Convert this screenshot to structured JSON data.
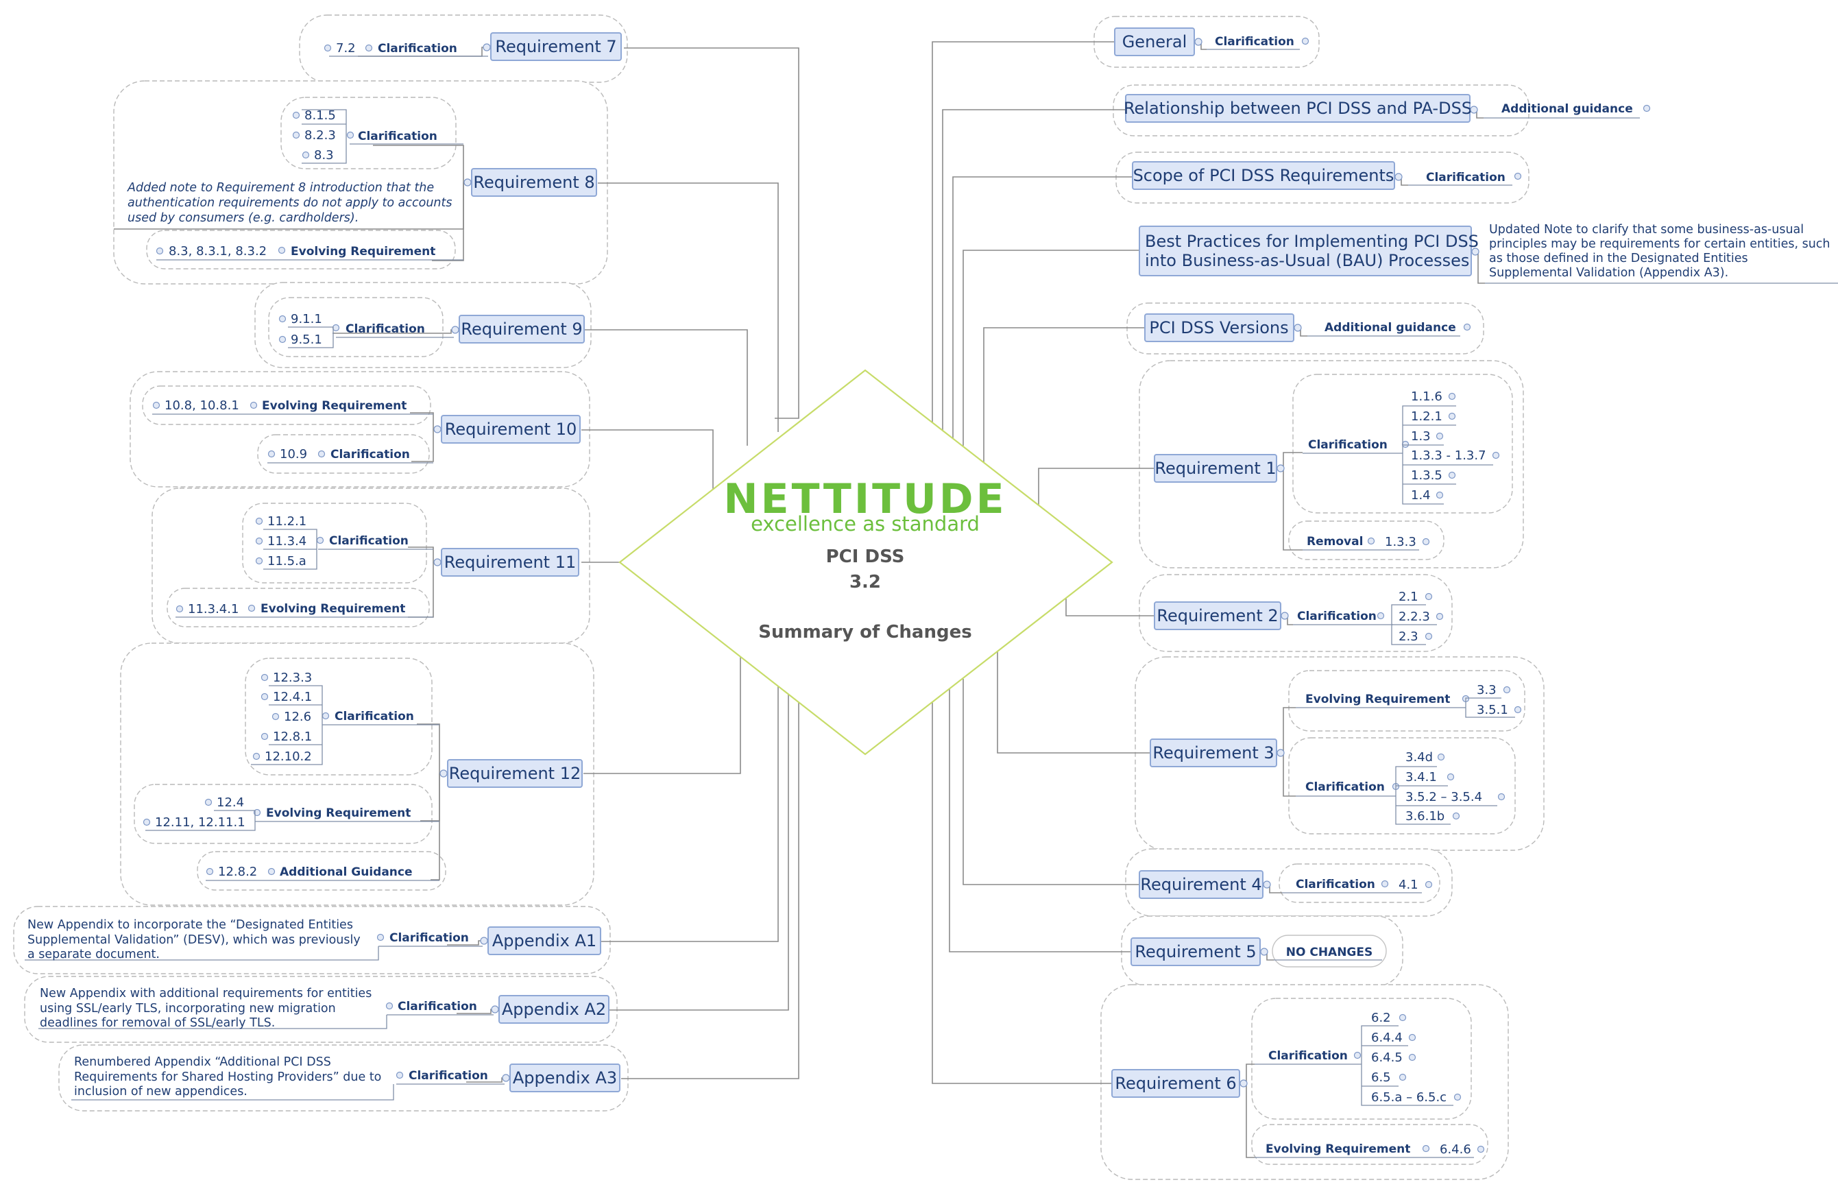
{
  "center": {
    "logo_word": "NETTITUDE",
    "logo_tagline": "excellence as standard",
    "title_line1": "PCI DSS",
    "title_line2": "3.2",
    "title_line3": "Summary of Changes"
  },
  "left": {
    "req7": {
      "label": "Requirement 7",
      "clarification": "Clarification",
      "items": [
        "7.2"
      ]
    },
    "req8": {
      "label": "Requirement 8",
      "clarification": "Clarification",
      "clar_items": [
        "8.1.5",
        "8.2.3",
        "8.3"
      ],
      "note_lines": [
        "Added note to Requirement 8 introduction that the",
        "authentication requirements do not apply to accounts",
        "used by consumers (e.g. cardholders)."
      ],
      "evolving": "Evolving Requirement",
      "evolving_items": [
        "8.3, 8.3.1, 8.3.2"
      ]
    },
    "req9": {
      "label": "Requirement 9",
      "clarification": "Clarification",
      "items": [
        "9.1.1",
        "9.5.1"
      ]
    },
    "req10": {
      "label": "Requirement 10",
      "evolving": "Evolving Requirement",
      "evolving_items": [
        "10.8, 10.8.1"
      ],
      "clarification": "Clarification",
      "clar_items": [
        "10.9"
      ]
    },
    "req11": {
      "label": "Requirement 11",
      "clarification": "Clarification",
      "clar_items": [
        "11.2.1",
        "11.3.4",
        "11.5.a"
      ],
      "evolving": "Evolving Requirement",
      "evolving_items": [
        "11.3.4.1"
      ]
    },
    "req12": {
      "label": "Requirement 12",
      "clarification": "Clarification",
      "clar_items": [
        "12.3.3",
        "12.4.1",
        "12.6",
        "12.8.1",
        "12.10.2"
      ],
      "evolving": "Evolving Requirement",
      "evolving_items": [
        "12.4",
        "12.11, 12.11.1"
      ],
      "additional": "Additional Guidance",
      "additional_items": [
        "12.8.2"
      ]
    },
    "appA1": {
      "label": "Appendix A1",
      "clarification": "Clarification",
      "note_lines": [
        "New Appendix to incorporate the “Designated Entities",
        "Supplemental Validation” (DESV), which was previously",
        "a separate document."
      ]
    },
    "appA2": {
      "label": "Appendix A2",
      "clarification": "Clarification",
      "note_lines": [
        "New Appendix with additional requirements for entities",
        "using SSL/early TLS, incorporating new migration",
        "deadlines for removal of SSL/early TLS."
      ]
    },
    "appA3": {
      "label": "Appendix A3",
      "clarification": "Clarification",
      "note_lines": [
        " Renumbered Appendix “Additional PCI DSS",
        "Requirements for Shared Hosting Providers” due to",
        "inclusion of new appendices."
      ]
    }
  },
  "right": {
    "general": {
      "label": "General",
      "clarification": "Clarification"
    },
    "relationship": {
      "label": "Relationship between PCI DSS and PA-DSS",
      "guidance": "Additional guidance"
    },
    "scope": {
      "label": "Scope of PCI DSS Requirements",
      "clarification": "Clarification"
    },
    "bau": {
      "label_lines": [
        "Best Practices for Implementing PCI DSS",
        "into Business-as-Usual (BAU) Processes"
      ],
      "note_lines": [
        "Updated Note to clarify that some business-as-usual",
        "principles may be requirements for certain entities, such",
        "as those defined in the Designated Entities",
        "Supplemental Validation (Appendix A3)."
      ]
    },
    "versions": {
      "label": "PCI DSS Versions",
      "guidance": "Additional guidance"
    },
    "req1": {
      "label": "Requirement 1",
      "clarification": "Clarification",
      "clar_items": [
        "1.1.6",
        "1.2.1",
        "1.3",
        "1.3.3 - 1.3.7",
        "1.3.5",
        "1.4"
      ],
      "removal": "Removal",
      "removal_items": [
        "1.3.3"
      ]
    },
    "req2": {
      "label": "Requirement 2",
      "clarification": "Clarification",
      "items": [
        "2.1",
        "2.2.3",
        "2.3"
      ]
    },
    "req3": {
      "label": "Requirement 3",
      "evolving": "Evolving Requirement",
      "evolving_items": [
        "3.3",
        "3.5.1"
      ],
      "clarification": "Clarification",
      "clar_items": [
        "3.4d",
        "3.4.1",
        "3.5.2 – 3.5.4",
        "3.6.1b"
      ]
    },
    "req4": {
      "label": "Requirement 4",
      "clarification": "Clarification",
      "items": [
        "4.1"
      ]
    },
    "req5": {
      "label": "Requirement 5",
      "status": "NO CHANGES"
    },
    "req6": {
      "label": "Requirement 6",
      "clarification": "Clarification",
      "clar_items": [
        "6.2",
        "6.4.4",
        "6.4.5",
        "6.5",
        "6.5.a – 6.5.c"
      ],
      "evolving": "Evolving Requirement",
      "evolving_items": [
        "6.4.6"
      ]
    }
  }
}
